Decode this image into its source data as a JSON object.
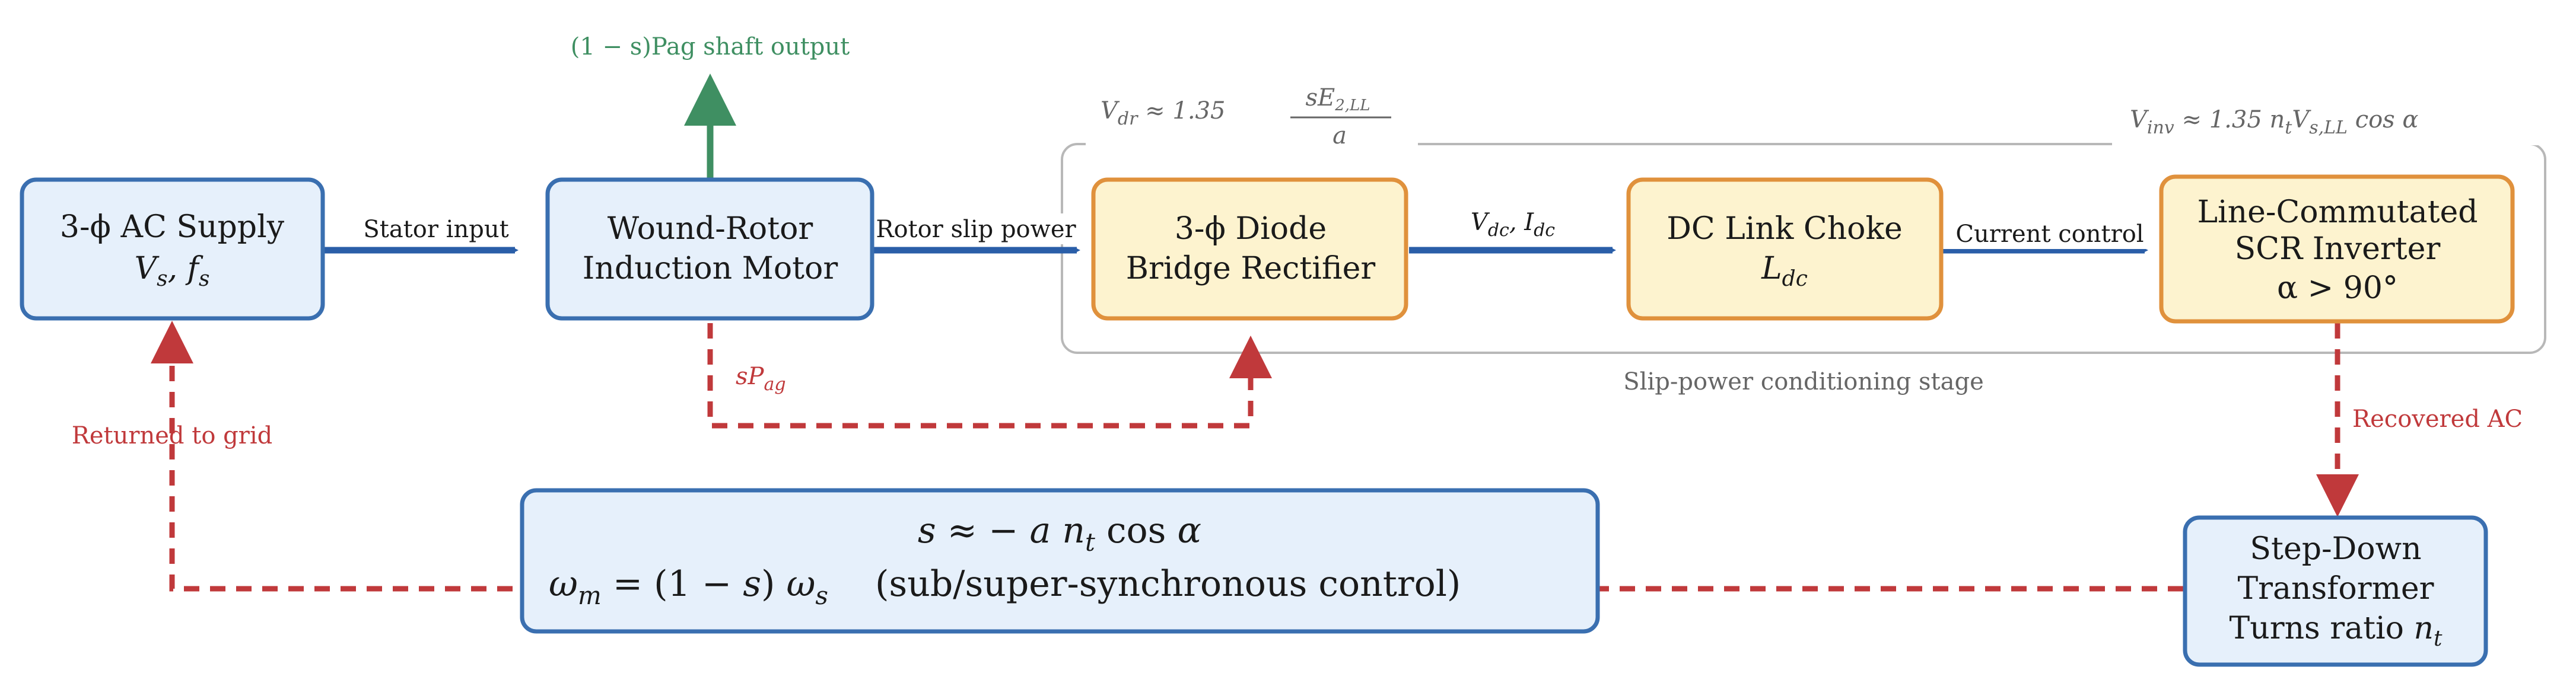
{
  "blocks": {
    "supply": {
      "line1": "3-ϕ AC Supply",
      "line2": "Vs,  fs"
    },
    "motor": {
      "line1": "Wound-Rotor",
      "line2": "Induction Motor"
    },
    "rectifier": {
      "line1": "3-ϕ Diode",
      "line2": "Bridge Rectifier"
    },
    "choke": {
      "line1": "DC Link Choke",
      "line2": "Ldc"
    },
    "inverter": {
      "line1": "Line-Commutated",
      "line2": "SCR Inverter",
      "line3": "α > 90°"
    },
    "transformer": {
      "line1": "Step-Down",
      "line2": "Transformer",
      "line3": "Turns ratio nt"
    },
    "control": {
      "line1": "s ≈ − a nt cos α",
      "line2": "ωm = (1 − s) ωs",
      "line2_note": "(sub/super-synchronous control)"
    }
  },
  "edges": {
    "stator_input": "Stator input",
    "rotor_slip_power": "Rotor slip power",
    "vdc_idc": "Vdc,  Idc",
    "current_control": "Current control",
    "shaft_output": "(1 − s)Pag shaft output",
    "spag": "sPag",
    "returned_to_grid": "Returned to grid",
    "recovered_ac": "Recovered AC"
  },
  "annotations": {
    "vdr": "Vdr ≈ 1.35 sE2,LL / a",
    "vinv": "Vinv ≈ 1.35 nt Vs,LL cos α",
    "stage_label": "Slip-power conditioning stage"
  },
  "colors": {
    "main_flow": "#2a5ea8",
    "return_flow": "#c0393b",
    "shaft_flow": "#3f8f62",
    "block_blue_fill": "#e6f0fb",
    "block_blue_border": "#3a6fb0",
    "block_orange_fill": "#fdf3cf",
    "block_orange_border": "#e0913c"
  }
}
